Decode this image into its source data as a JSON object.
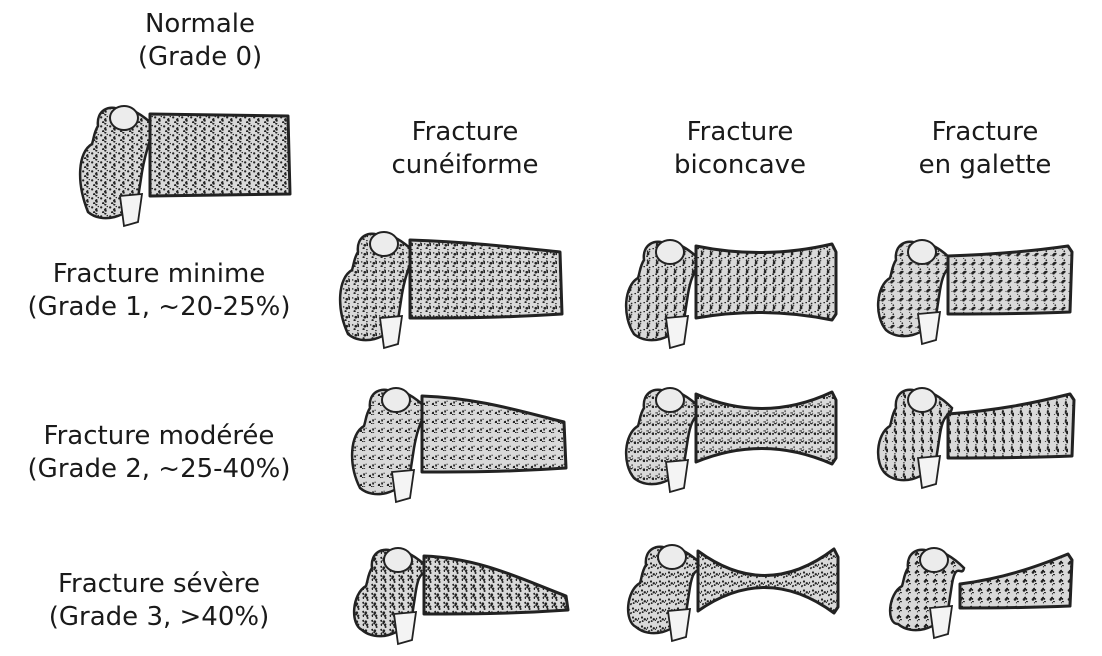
{
  "header": {
    "normal": [
      "Normale",
      "(Grade 0)"
    ]
  },
  "columns": [
    {
      "id": "wedge",
      "label": [
        "Fracture",
        "cunéiforme"
      ]
    },
    {
      "id": "biconcave",
      "label": [
        "Fracture",
        "biconcave"
      ]
    },
    {
      "id": "crush",
      "label": [
        "Fracture",
        "en galette"
      ]
    }
  ],
  "rows": [
    {
      "id": "grade1",
      "label": [
        "Fracture minime",
        "(Grade 1, ~20-25%)"
      ]
    },
    {
      "id": "grade2",
      "label": [
        "Fracture modérée",
        "(Grade 2, ~25-40%)"
      ]
    },
    {
      "id": "grade3",
      "label": [
        "Fracture sévère",
        "(Grade 3, >40%)"
      ]
    }
  ],
  "colors": {
    "text": "#1a1a1a",
    "ink": "#222222",
    "paper": "#ffffff"
  }
}
